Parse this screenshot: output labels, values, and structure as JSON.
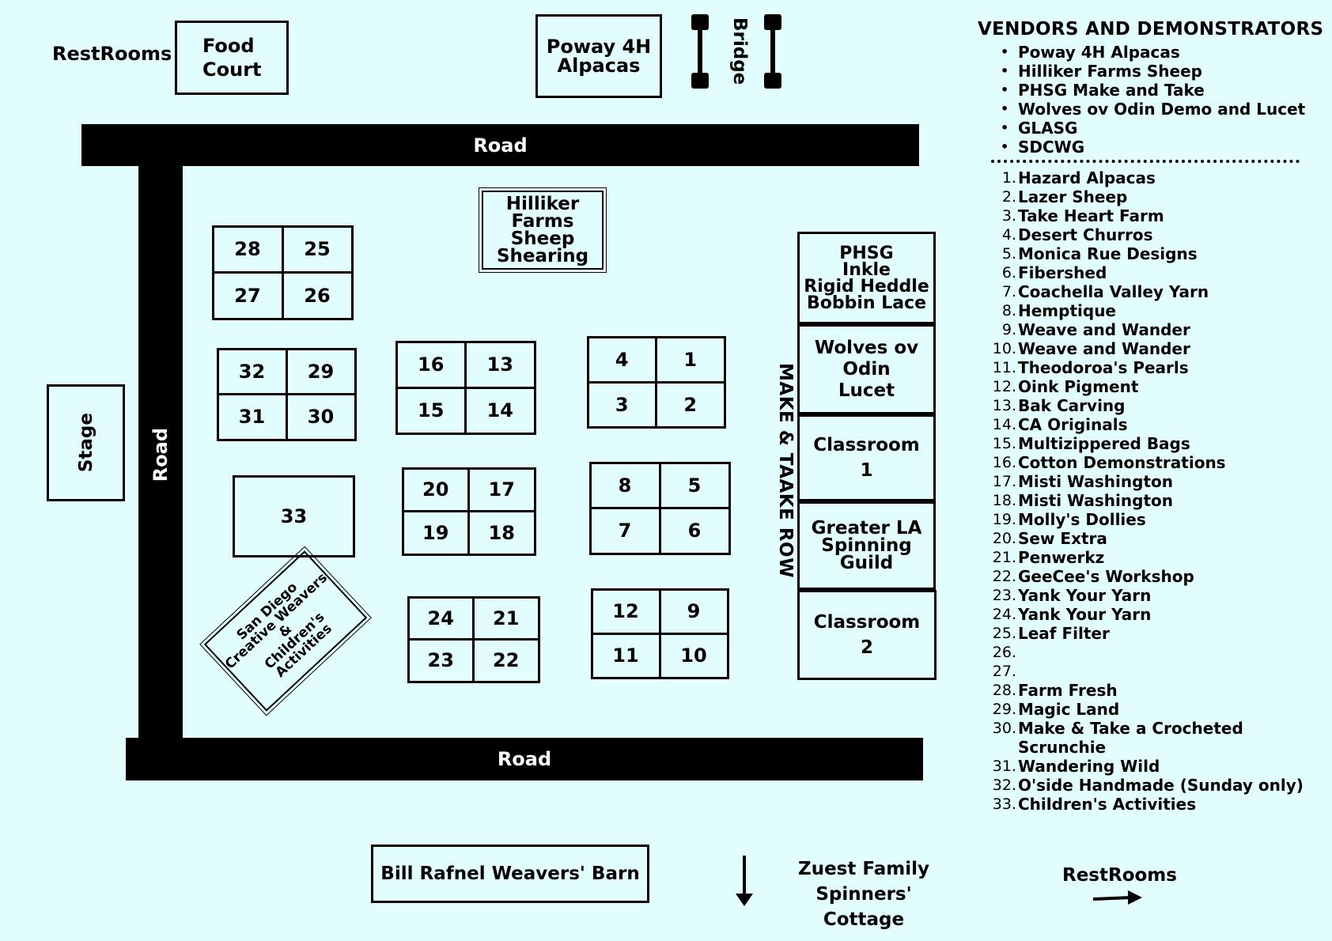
{
  "top": {
    "restrooms_left": "RestRooms",
    "food_court": [
      "Food",
      "Court"
    ],
    "poway_alpacas": [
      "Poway 4H",
      "Alpacas"
    ],
    "bridge": "Bridge"
  },
  "roads": {
    "top": "Road",
    "left": "Road",
    "bottom": "Road"
  },
  "stage": "Stage",
  "hilliker": [
    "Hilliker",
    "Farms",
    "Sheep",
    "Shearing"
  ],
  "make_take_row": "MAKE & TAAKE ROW",
  "right_column": {
    "phsg": [
      "PHSG",
      "Inkle",
      "Rigid Heddle",
      "Bobbin Lace"
    ],
    "wolves": [
      "Wolves ov",
      "Odin",
      "Lucet"
    ],
    "classroom1": [
      "Classroom",
      "1"
    ],
    "greater_la": [
      "Greater LA",
      "Spinning",
      "Guild"
    ],
    "classroom2": [
      "Classroom",
      "2"
    ]
  },
  "booths": {
    "g1": [
      "28",
      "25",
      "27",
      "26"
    ],
    "g2": [
      "32",
      "29",
      "31",
      "30"
    ],
    "g3": [
      "16",
      "13",
      "15",
      "14"
    ],
    "g4": [
      "20",
      "17",
      "19",
      "18"
    ],
    "g5": [
      "24",
      "21",
      "23",
      "22"
    ],
    "g6": [
      "4",
      "1",
      "3",
      "2"
    ],
    "g7": [
      "8",
      "5",
      "7",
      "6"
    ],
    "g8": [
      "12",
      "9",
      "11",
      "10"
    ],
    "b33": "33"
  },
  "san_diego": [
    "San Diego",
    "Creative Weavers",
    "&",
    "Children's",
    "Activities"
  ],
  "bottom": {
    "barn": "Bill Rafnel Weavers' Barn",
    "zuest": [
      "Zuest Family",
      "Spinners' Cottage"
    ],
    "restrooms_right": "RestRooms"
  },
  "legend": {
    "title": "VENDORS AND DEMONSTRATORS",
    "demonstrators": [
      "Poway 4H Alpacas",
      "Hilliker Farms Sheep",
      "PHSG Make and Take",
      "Wolves ov Odin Demo and Lucet",
      "GLASG",
      "SDCWG"
    ],
    "vendors": [
      {
        "num": "1.",
        "name": "Hazard Alpacas"
      },
      {
        "num": "2.",
        "name": "Lazer Sheep"
      },
      {
        "num": "3.",
        "name": "Take Heart Farm"
      },
      {
        "num": "4.",
        "name": "Desert Churros"
      },
      {
        "num": "5.",
        "name": "Monica Rue Designs"
      },
      {
        "num": "6.",
        "name": "Fibershed"
      },
      {
        "num": "7.",
        "name": "Coachella Valley Yarn"
      },
      {
        "num": "8.",
        "name": "Hemptique"
      },
      {
        "num": "9.",
        "name": "Weave and Wander"
      },
      {
        "num": "10.",
        "name": "Weave and Wander"
      },
      {
        "num": "11.",
        "name": "Theodoroa's Pearls"
      },
      {
        "num": "12.",
        "name": "Oink Pigment"
      },
      {
        "num": "13.",
        "name": "Bak Carving"
      },
      {
        "num": "14.",
        "name": "CA Originals"
      },
      {
        "num": "15.",
        "name": "Multizippered Bags"
      },
      {
        "num": "16.",
        "name": "Cotton Demonstrations"
      },
      {
        "num": "17.",
        "name": "Misti Washington"
      },
      {
        "num": "18.",
        "name": "Misti Washington"
      },
      {
        "num": "19.",
        "name": "Molly's Dollies"
      },
      {
        "num": "20.",
        "name": "Sew Extra"
      },
      {
        "num": "21.",
        "name": "Penwerkz"
      },
      {
        "num": "22.",
        "name": "GeeCee's Workshop"
      },
      {
        "num": "23.",
        "name": "Yank Your Yarn"
      },
      {
        "num": "24.",
        "name": "Yank Your Yarn"
      },
      {
        "num": "25.",
        "name": "Leaf Filter"
      },
      {
        "num": "26.",
        "name": ""
      },
      {
        "num": "27.",
        "name": ""
      },
      {
        "num": "28.",
        "name": " Farm Fresh"
      },
      {
        "num": "29.",
        "name": "Magic Land"
      },
      {
        "num": "30.",
        "name": "Make & Take a Crocheted"
      },
      {
        "num": "",
        "name": "Scrunchie"
      },
      {
        "num": "31.",
        "name": "Wandering Wild"
      },
      {
        "num": "32.",
        "name": "O'side Handmade (Sunday only)"
      },
      {
        "num": "33.",
        "name": "Children's Activities"
      }
    ]
  },
  "colors": {
    "background": "#e1fdfe",
    "ink": "#000000",
    "road_text": "#ffffff"
  }
}
